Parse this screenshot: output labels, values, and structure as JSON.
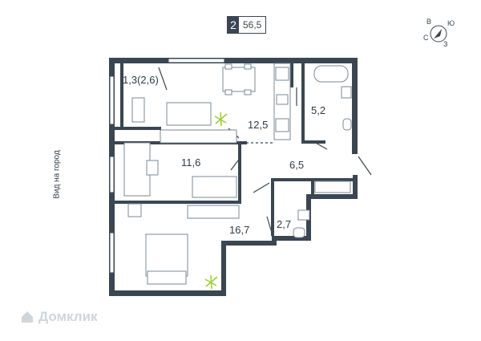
{
  "header": {
    "rooms": "2",
    "total_area": "56,5"
  },
  "compass": {
    "north": "В",
    "east": "Ю",
    "south": "З",
    "west": "С"
  },
  "side_label": "Вид на город",
  "rooms": [
    {
      "id": "balcony",
      "area": "1,3(2,6)"
    },
    {
      "id": "kitchen",
      "area": "12,5"
    },
    {
      "id": "bathroom",
      "area": "5,2"
    },
    {
      "id": "living",
      "area": "11,6"
    },
    {
      "id": "hall",
      "area": "6,5"
    },
    {
      "id": "wc",
      "area": "2,7"
    },
    {
      "id": "bedroom",
      "area": "16,7"
    }
  ],
  "watermark": "Домклик",
  "colors": {
    "wall": "#3a4651",
    "furniture": "#7a8894",
    "plant": "#9acd32"
  }
}
